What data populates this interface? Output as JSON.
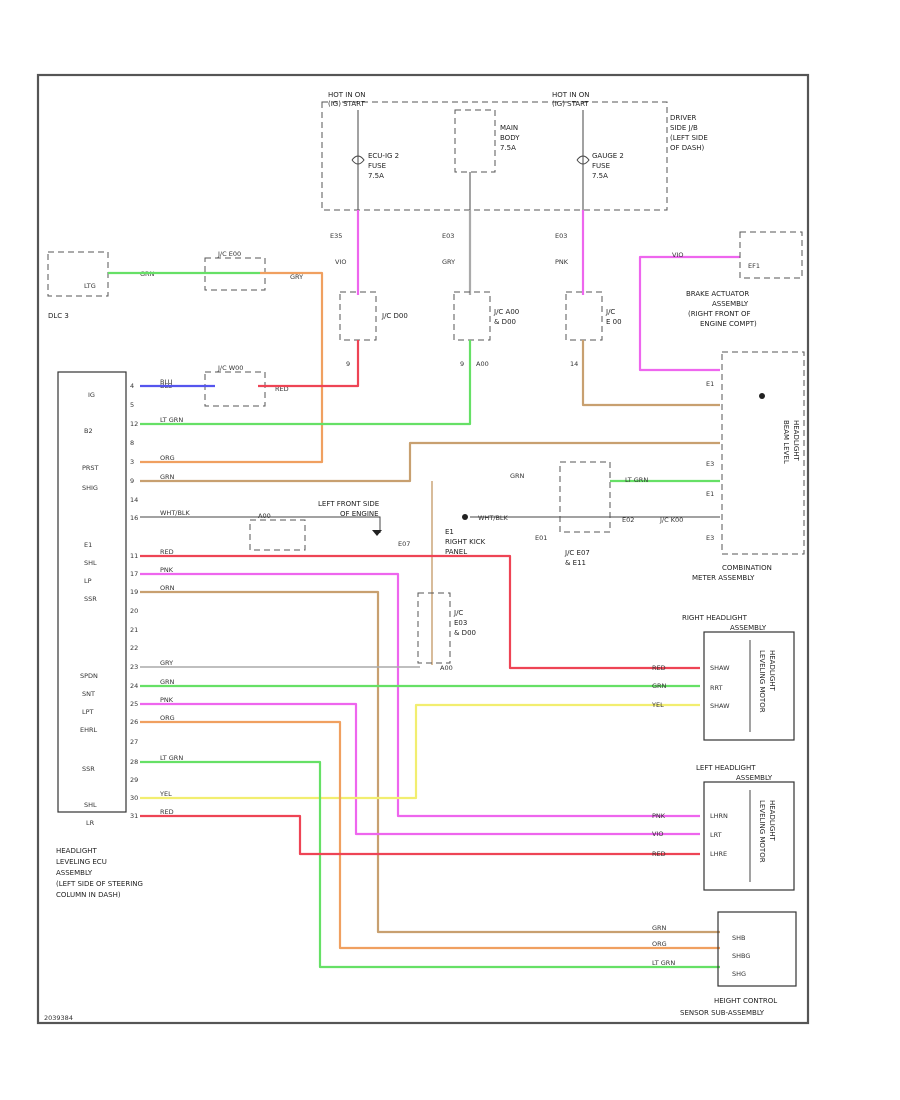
{
  "colors": {
    "pink": "#ee66ee",
    "green": "#66e066",
    "orange": "#f0a060",
    "tan": "#c8a070",
    "blue": "#5555ee",
    "red": "#ee4455",
    "yellow": "#f2ee70",
    "gray": "#aaaaaa",
    "frame": "#444444"
  },
  "top_fuses": {
    "left_header": "HOT IN ON",
    "left_header2": "(IG) START",
    "right_header": "HOT IN ON",
    "right_header2": "(IG) START",
    "fuse1": [
      "ECU-IG 2",
      "FUSE",
      "7.5A"
    ],
    "fuse2": [
      "MAIN",
      "BODY",
      "7.5A"
    ],
    "fuse3": [
      "GAUGE 2",
      "FUSE",
      "7.5A"
    ],
    "side_note": [
      "DRIVER",
      "SIDE J/B",
      "(LEFT SIDE",
      "OF DASH)"
    ],
    "pins": [
      "E35",
      "E03",
      "E03"
    ],
    "wire_colors": [
      "VIO",
      "GRY",
      "PNK"
    ]
  },
  "junctions": {
    "j1": "J/C D00",
    "j2": [
      "J/C A00",
      "& D00"
    ],
    "j3": [
      "J/C",
      "E 00"
    ],
    "j1_pin": "9",
    "j2_pin": "9",
    "j2_pin2": "A00",
    "j3_pin": "14"
  },
  "dlc": {
    "label": "DLC 3",
    "pin": "LTG",
    "wire": "GRN",
    "conn": "J/C E00",
    "wire2": "GRY"
  },
  "j_wait": {
    "conn": "J/C W00",
    "wire_in": "BLU",
    "wire_out": "RED"
  },
  "brake_actuator": {
    "label": [
      "BRAKE ACTUATOR",
      "ASSEMBLY",
      "(RIGHT FRONT OF",
      "ENGINE COMPT)"
    ],
    "pin": "EF1",
    "wire": "VIO"
  },
  "combination_meter": {
    "label": [
      "COMBINATION",
      "METER ASSEMBLY"
    ],
    "side_label": [
      "HEADLIGHT",
      "BEAM LEVEL"
    ],
    "pins": [
      "E1",
      "E3",
      "E1",
      "E3"
    ]
  },
  "left_module": {
    "label": [
      "HEADLIGHT",
      "LEVELING ECU",
      "ASSEMBLY",
      "(LEFT SIDE OF STEERING",
      "COLUMN IN DASH)"
    ],
    "pins_top": [
      "IG",
      "",
      "B2"
    ],
    "row_labels": [
      "IG",
      "B2",
      "PRST",
      "SHIG",
      "E1",
      "SHL",
      "LP",
      "SSR",
      "SPDN",
      "SNT",
      "LPT",
      "EHRL",
      "SSR",
      "SHL",
      "LR"
    ],
    "pin_numbers": [
      "4",
      "5",
      "12",
      "8",
      "3",
      "9",
      "14",
      "16",
      "11",
      "17",
      "19",
      "20",
      "21",
      "22",
      "23",
      "24",
      "25",
      "26",
      "27",
      "28",
      "29",
      "30",
      "31"
    ],
    "wire_labels": [
      "BLU",
      "LT GRN",
      "ORG",
      "GRN",
      "WHT/BLK",
      "RED",
      "PNK",
      "ORN",
      "GRY",
      "GRN",
      "PNK",
      "ORG",
      "LT GRN",
      "YEL",
      "RED"
    ]
  },
  "ground_notes": {
    "left_front": [
      "LEFT FRONT SIDE",
      "OF ENGINE"
    ],
    "right_kick": [
      "E1",
      "RIGHT KICK",
      "PANEL"
    ],
    "jc_e07": [
      "J/C E07",
      "& E11"
    ],
    "jc_e03": [
      "J/C",
      "E03",
      "& D00"
    ],
    "conn_e03": "E03",
    "conn_a00": "A00",
    "whtblk": "WHT/BLK",
    "e07": "E07",
    "e01": "E01",
    "jc_k00": "J/C K00",
    "lt_grn": "LT GRN",
    "e02": "E02",
    "gnd_label": "E01"
  },
  "right_headlight": {
    "label": [
      "RIGHT HEADLIGHT",
      "ASSEMBLY"
    ],
    "motor": [
      "HEADLIGHT",
      "LEVELING MOTOR"
    ],
    "pins": [
      "SHAW",
      "RRT",
      "SHAW"
    ],
    "wires": [
      "RED",
      "GRN",
      "YEL"
    ]
  },
  "left_headlight": {
    "label": [
      "LEFT HEADLIGHT",
      "ASSEMBLY"
    ],
    "motor": [
      "HEADLIGHT",
      "LEVELING MOTOR"
    ],
    "pins": [
      "LHRN",
      "LRT",
      "LHRE"
    ],
    "wires": [
      "PNK",
      "VIO",
      "RED"
    ]
  },
  "height_sensor": {
    "label": [
      "HEIGHT CONTROL",
      "SENSOR SUB-ASSEMBLY"
    ],
    "pins": [
      "SHB",
      "SHBG",
      "SHG"
    ],
    "wires": [
      "GRN",
      "ORG",
      "LT GRN"
    ]
  },
  "footer_code": "2039384"
}
